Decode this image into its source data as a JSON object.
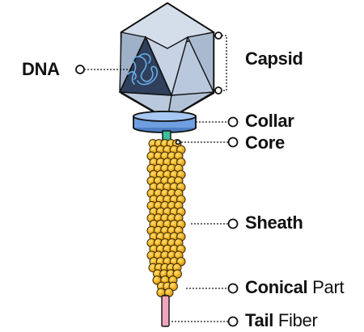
{
  "labels": {
    "dna": "DNA",
    "capsid": "Capsid",
    "collar": "Collar",
    "core": "Core",
    "sheath": "Sheath",
    "conical_bold": "Conical",
    "conical_rest": " Part",
    "tail_bold": "Tail",
    "tail_rest": " Fiber"
  },
  "stock_id": "684338",
  "colors": {
    "capsid_face": "#b9c8dc",
    "capsid_dark": "#8ea3bf",
    "collar": "#6f9fe0",
    "core": "#3cbf9c",
    "sheath": "#f1b321",
    "sheath_dark": "#c98b12",
    "tail_fiber": "#f2a6bd",
    "dna_strand": "#6aaee8"
  }
}
